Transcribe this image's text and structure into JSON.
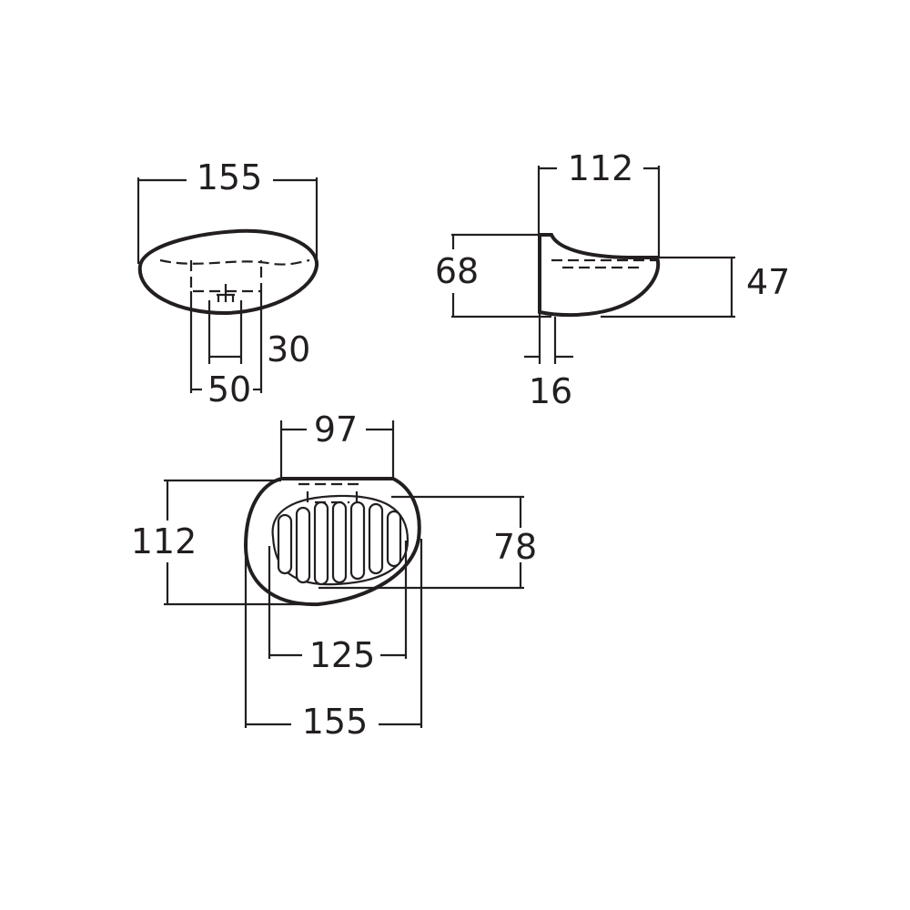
{
  "colors": {
    "ink": "#231f20",
    "background": "#ffffff"
  },
  "views": {
    "front": {
      "overall_width": "155",
      "inner_width": "50",
      "slot_width": "30"
    },
    "side": {
      "depth": "112",
      "total_height": "68",
      "front_height": "47",
      "wall_thickness": "16"
    },
    "top": {
      "opening_width": "97",
      "depth": "112",
      "grille_depth": "78",
      "grille_width": "125",
      "overall_width": "155"
    }
  }
}
